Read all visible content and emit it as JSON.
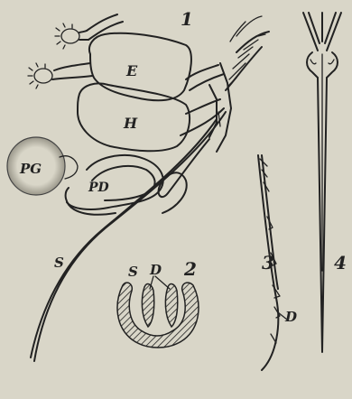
{
  "figure_numbers": {
    "fig1": "1",
    "fig2": "2",
    "fig3": "3",
    "fig4": "4"
  },
  "labels": {
    "E": "E",
    "H": "H",
    "PG": "PG",
    "PD": "PD",
    "S_fig1": "S",
    "S_fig2": "S",
    "D_fig2": "D",
    "D_fig3": "D"
  },
  "colors": {
    "paper": "#d9d6c8",
    "ink": "#222222"
  }
}
